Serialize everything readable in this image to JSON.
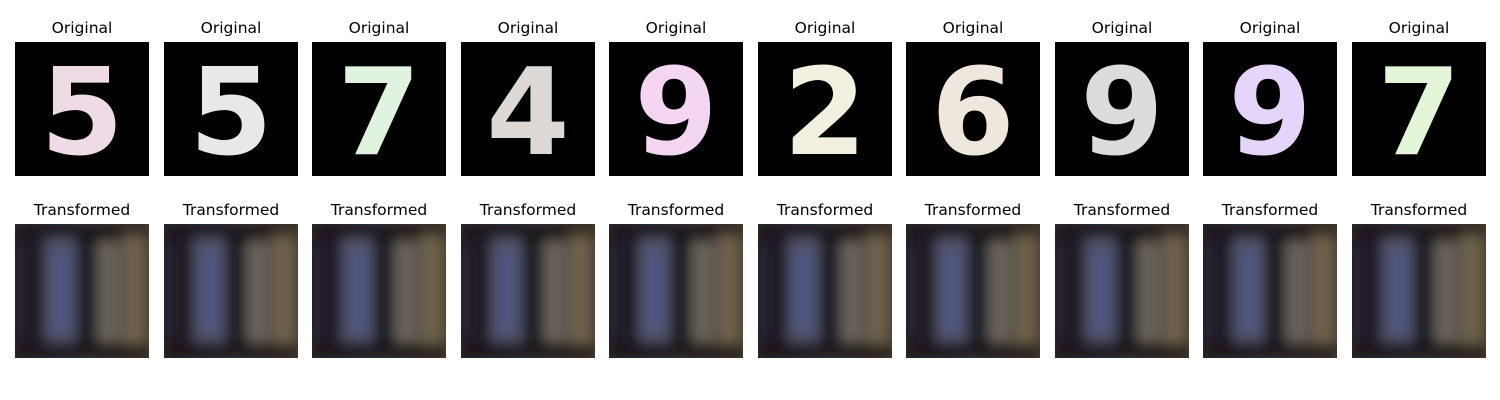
{
  "rows": {
    "original_title": "Original",
    "transformed_title": "Transformed"
  },
  "panels": [
    {
      "glyph": "5",
      "color": "#eedbe6"
    },
    {
      "glyph": "5",
      "color": "#e8e8e8"
    },
    {
      "glyph": "7",
      "color": "#dff3df"
    },
    {
      "glyph": "4",
      "color": "#dcd8d5"
    },
    {
      "glyph": "9",
      "color": "#f4d6f2"
    },
    {
      "glyph": "2",
      "color": "#f4f0df"
    },
    {
      "glyph": "6",
      "color": "#eee8dc"
    },
    {
      "glyph": "9",
      "color": "#dcdcdc"
    },
    {
      "glyph": "9",
      "color": "#e5d5fa"
    },
    {
      "glyph": "7",
      "color": "#e3f7d8"
    }
  ]
}
